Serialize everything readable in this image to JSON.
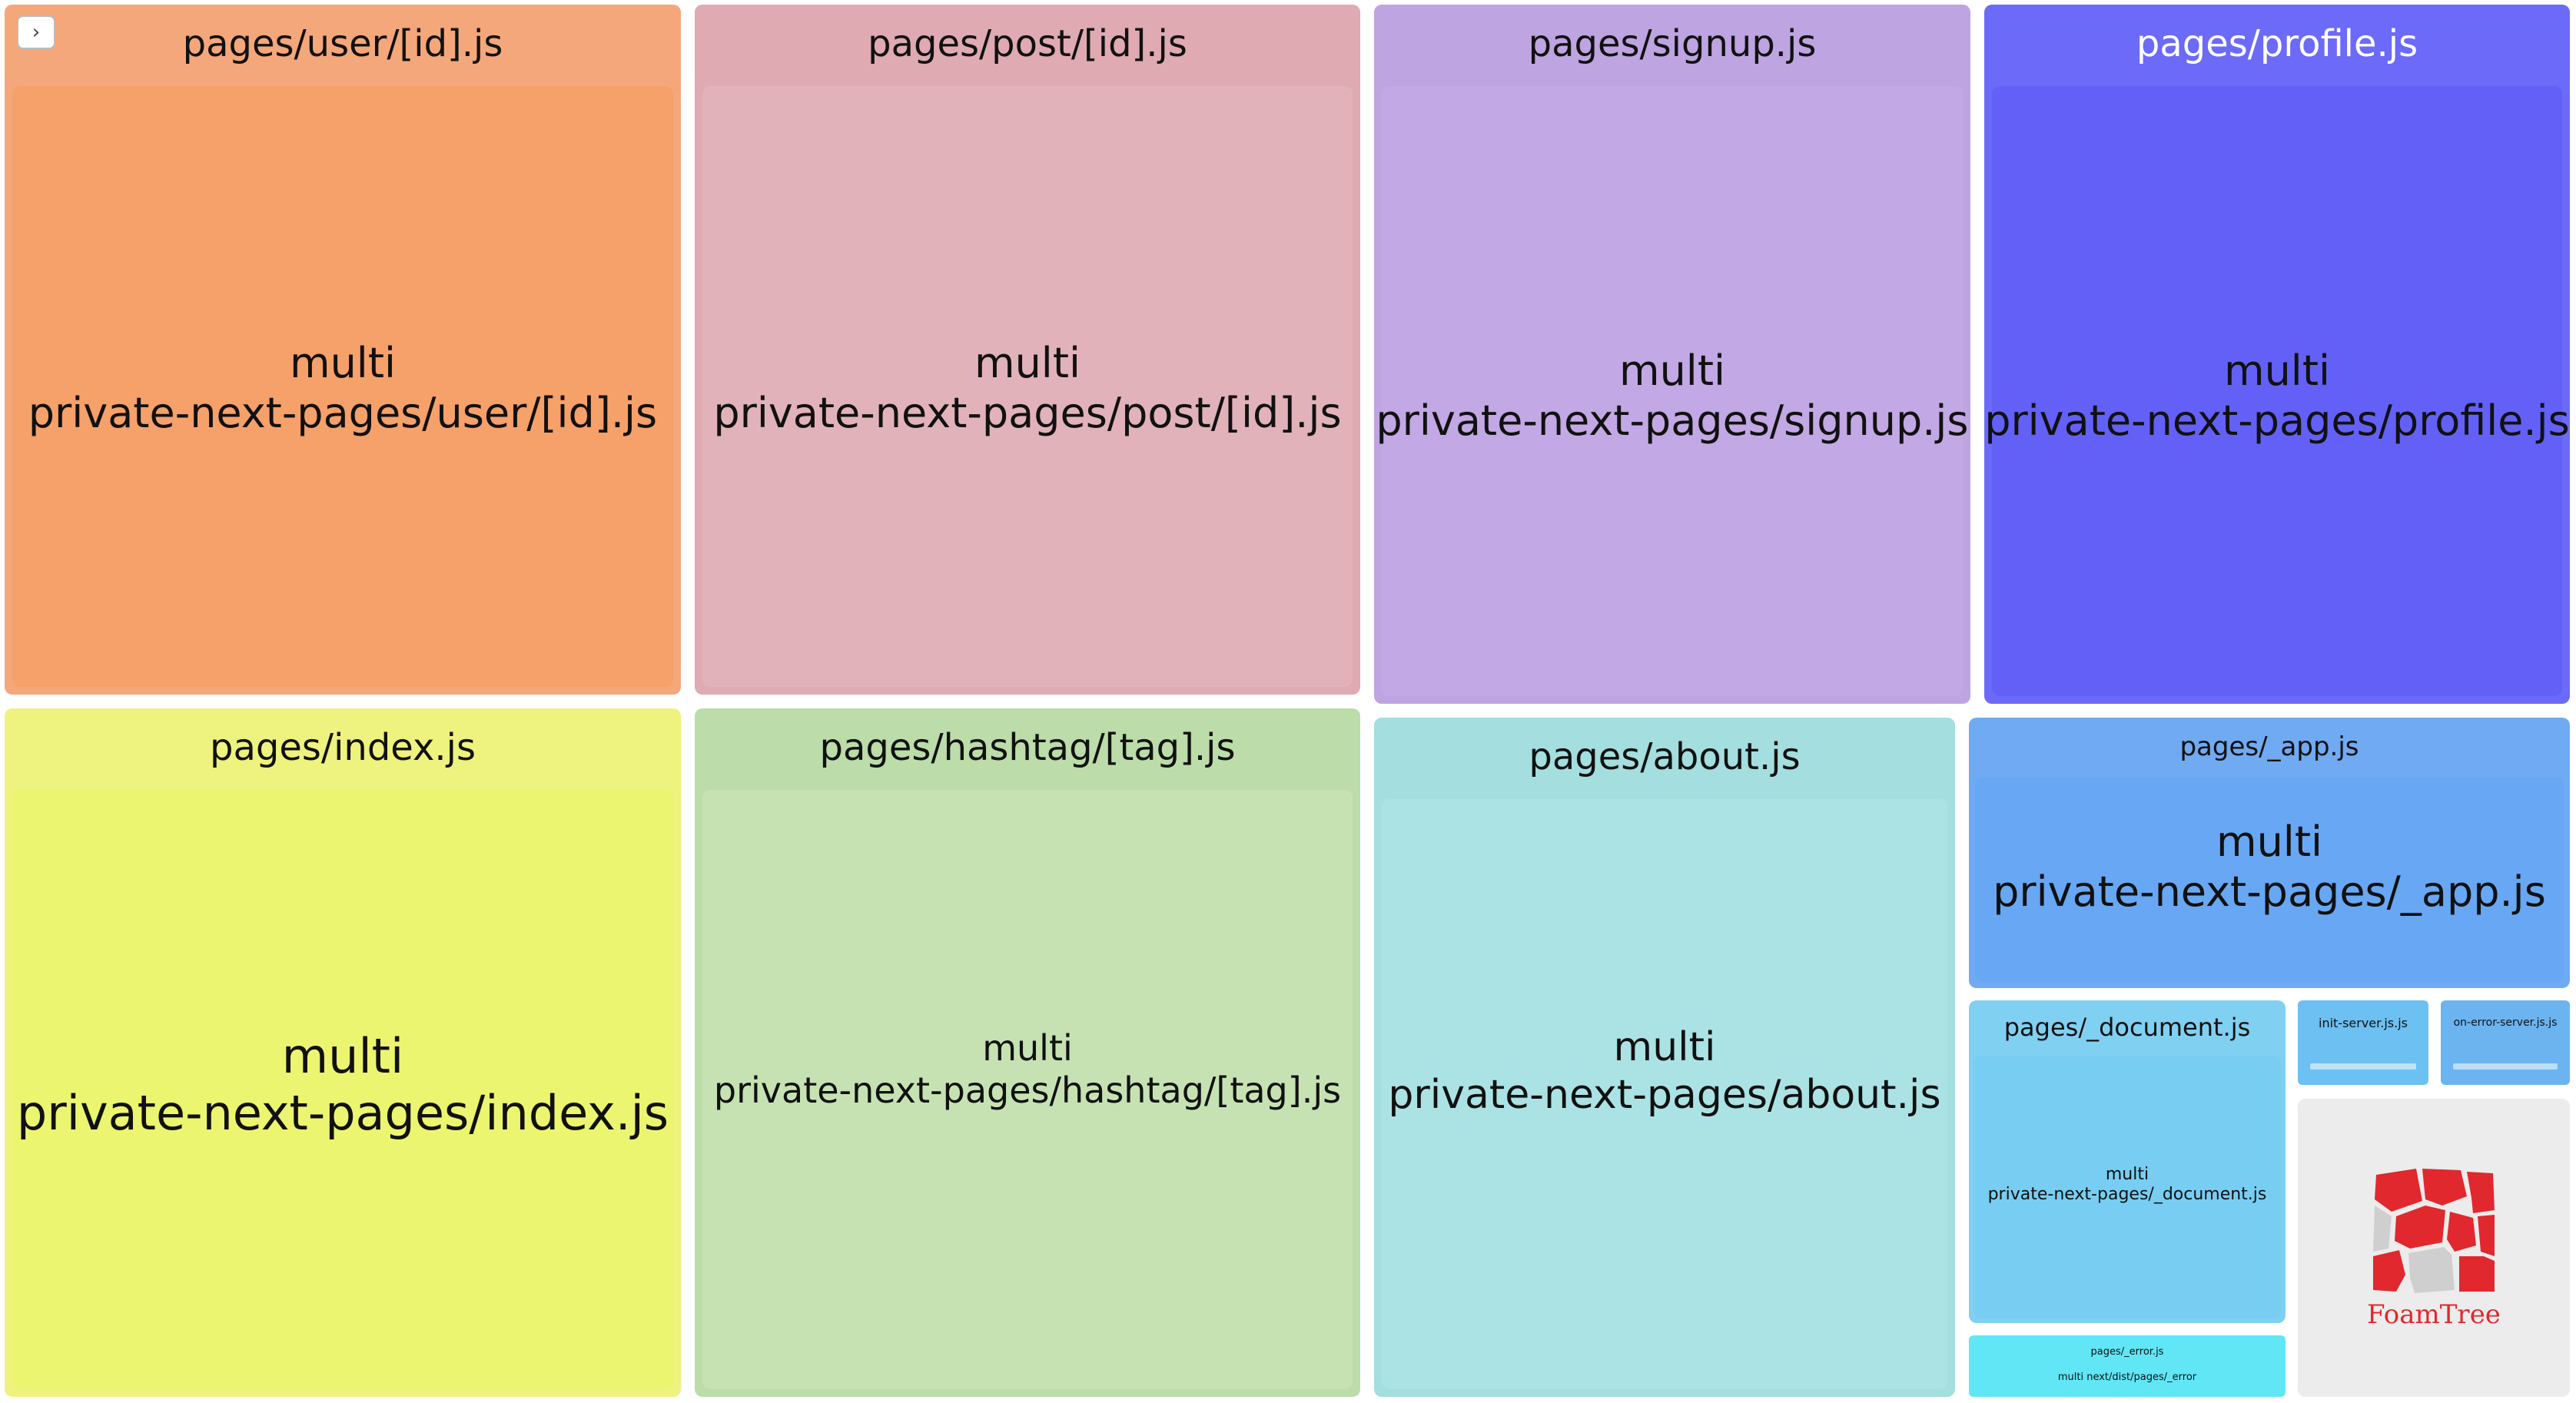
{
  "app": {
    "toggle_label": "›"
  },
  "cells": {
    "user": {
      "label": "pages/user/[id].js",
      "multi": "multi",
      "module": "private-next-pages/user/[id].js",
      "color": "#f6a06a",
      "band_color": "#f4a77a"
    },
    "post": {
      "label": "pages/post/[id].js",
      "multi": "multi",
      "module": "private-next-pages/post/[id].js",
      "color": "#e2b2ba",
      "band_color": "#dfaab2"
    },
    "signup": {
      "label": "pages/signup.js",
      "multi": "multi",
      "module": "private-next-pages/signup.js",
      "color": "#c2a8e4",
      "band_color": "#bea4e0"
    },
    "profile": {
      "label": "pages/profile.js",
      "multi": "multi",
      "module": "private-next-pages/profile.js",
      "color": "#6360f8",
      "band_color": "#6c6af8"
    },
    "index": {
      "label": "pages/index.js",
      "multi": "multi",
      "module": "private-next-pages/index.js",
      "color": "#ecf570",
      "band_color": "#eef27e"
    },
    "hashtag": {
      "label": "pages/hashtag/[tag].js",
      "multi": "multi",
      "module": "private-next-pages/hashtag/[tag].js",
      "color": "#c6e2b3",
      "band_color": "#bcdca9"
    },
    "about": {
      "label": "pages/about.js",
      "multi": "multi",
      "module": "private-next-pages/about.js",
      "color": "#abe3e5",
      "band_color": "#a4dedf"
    },
    "app": {
      "label": "pages/_app.js",
      "multi": "multi",
      "module": "private-next-pages/_app.js",
      "color": "#68a7f3",
      "band_color": "#6faaf2"
    },
    "document": {
      "label": "pages/_document.js",
      "multi": "multi",
      "module": "private-next-pages/_document.js",
      "color": "#78cdf2",
      "band_color": "#80d0f2"
    },
    "init_server": {
      "label": "init-server.js.js",
      "color": "#6cc0f2"
    },
    "on_error_server": {
      "label": "on-error-server.js.js",
      "color": "#6cb4f0"
    },
    "error": {
      "label": "pages/_error.js",
      "module": "multi next/dist/pages/_error",
      "color": "#60e6f5"
    }
  },
  "logo": {
    "text": "FoamTree",
    "color": "#e0282e"
  }
}
